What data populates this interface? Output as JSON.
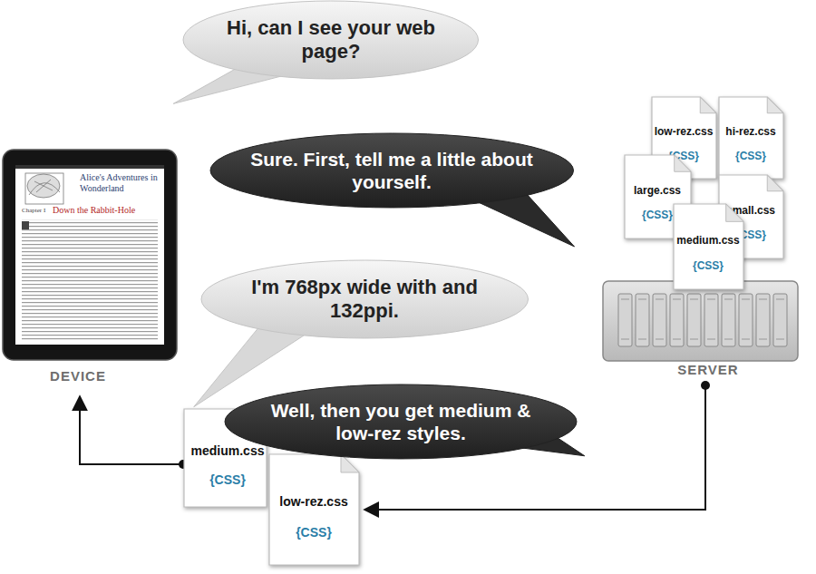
{
  "diagram": {
    "nodes": [
      {
        "text": [
          "Hi, can I see your web page?"
        ]
      },
      {
        "text": [
          "Sure. First, tell me a little about yourself."
        ]
      },
      {
        "text": [
          "I'm 768px wide with and 132ppi."
        ]
      },
      {
        "text": [
          "Well, then you get medium & low-rez styles."
        ]
      },
      {
        "text": [
          "low-rez.css",
          "{CSS}"
        ]
      },
      {
        "text": [
          "hi-rez.css",
          "{CSS}"
        ]
      },
      {
        "text": [
          "large.css",
          "{CSS}"
        ]
      },
      {
        "text": [
          "small.css",
          "{CSS}"
        ]
      },
      {
        "text": [
          "medium.css",
          "{CSS}"
        ]
      },
      {
        "text": [
          "medium.css",
          "{CSS}"
        ]
      },
      {
        "text": [
          "low-rez.css",
          "{CSS}"
        ]
      }
    ],
    "labels": [
      "DEVICE",
      "SERVER",
      "Alice's Adventures in Wonderland",
      "Chapter I",
      "Down the Rabbit-Hole"
    ]
  }
}
